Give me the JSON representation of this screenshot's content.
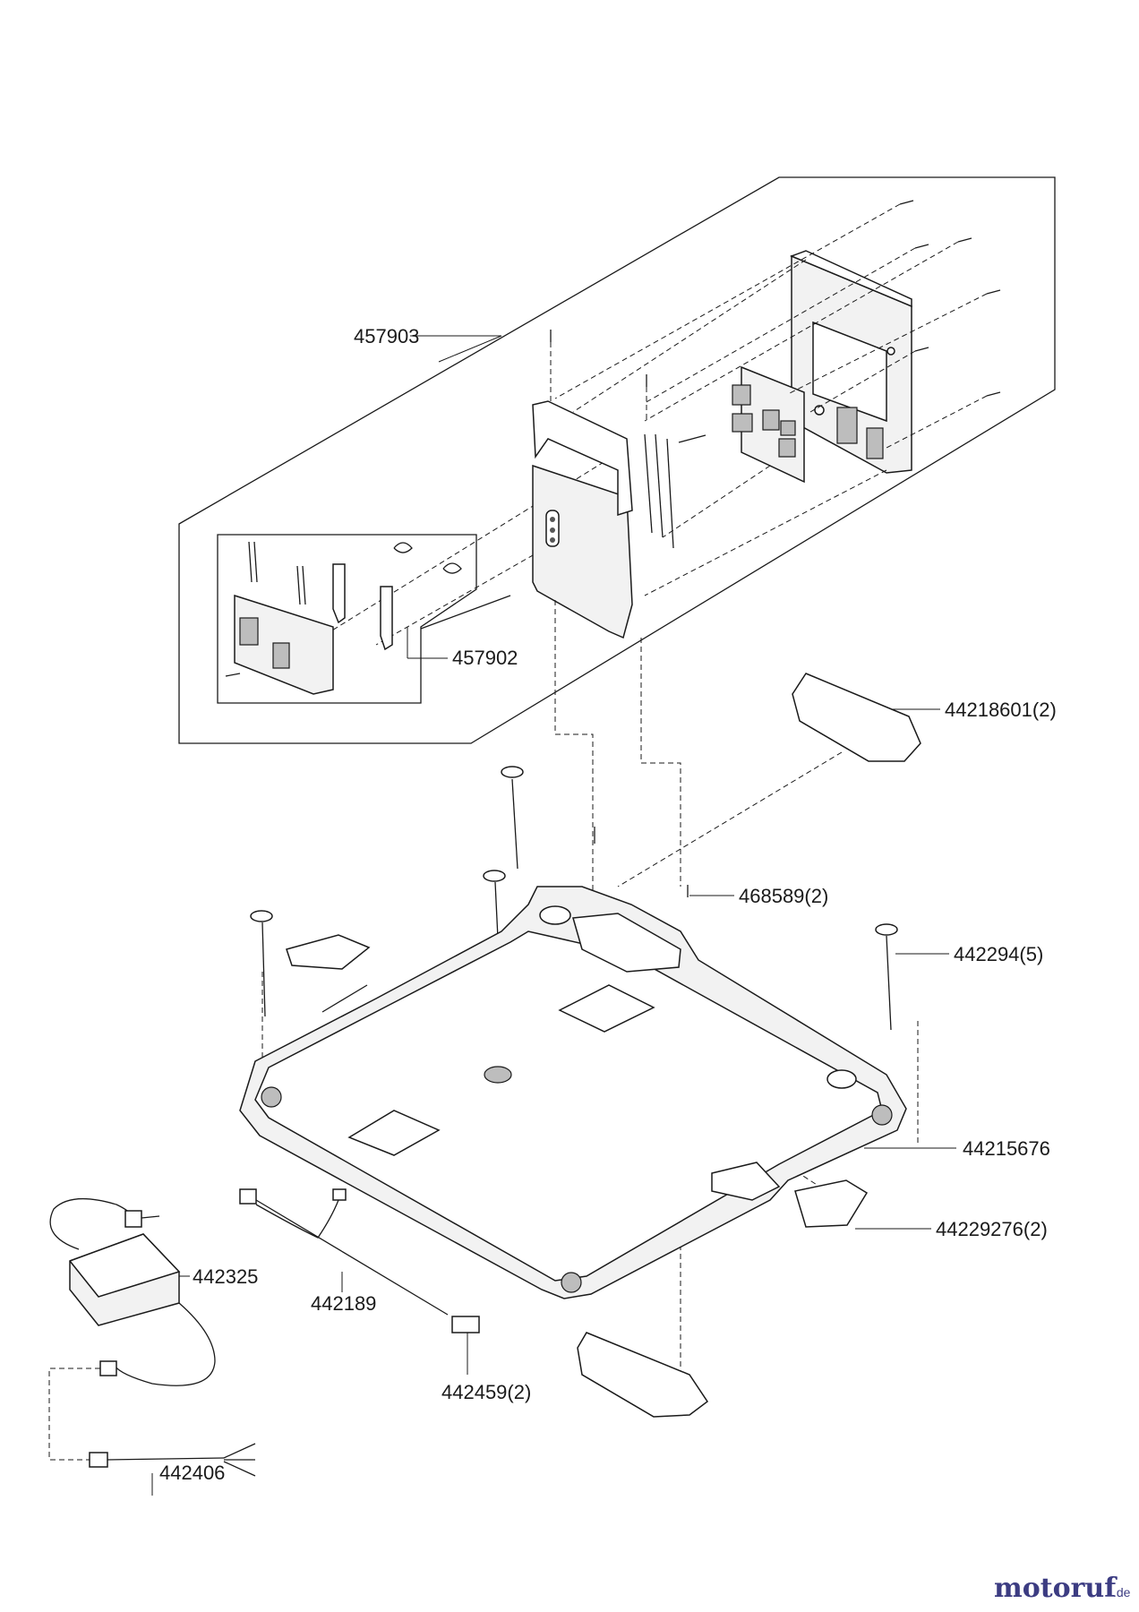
{
  "parts": [
    {
      "number": "457903"
    },
    {
      "number": "457902"
    },
    {
      "number": "44218601(2)"
    },
    {
      "number": "468589(2)"
    },
    {
      "number": "442294(5)"
    },
    {
      "number": "44215676"
    },
    {
      "number": "44229276(2)"
    },
    {
      "number": "442325"
    },
    {
      "number": "442189"
    },
    {
      "number": "442459(2)"
    },
    {
      "number": "442406"
    }
  ],
  "watermark": {
    "brand": "motoruf",
    "tld": ".de"
  }
}
